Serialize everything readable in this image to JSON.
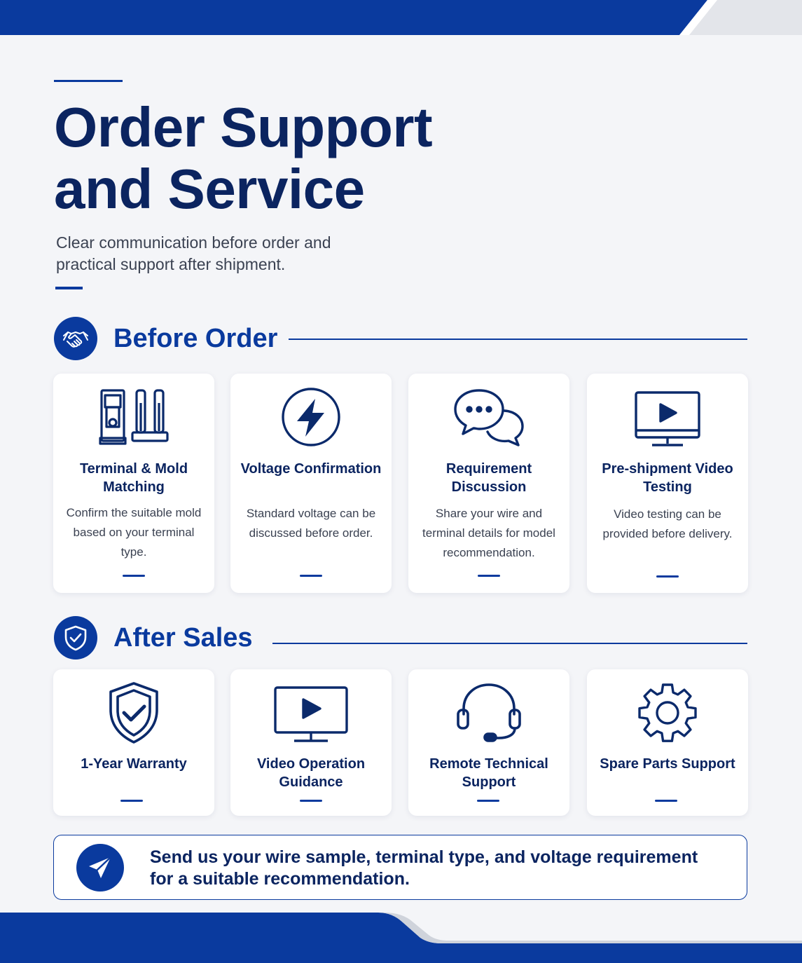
{
  "header": {
    "title": "Order Support and Service",
    "subtitle": "Clear communication before order and practical support after shipment."
  },
  "colors": {
    "primary": "#0a3a9e",
    "dark_navy": "#0b2460",
    "background": "#f4f5f8"
  },
  "before_order": {
    "title": "Before Order",
    "icon": "handshake-icon",
    "cards": [
      {
        "title": "Terminal & Mold Matching",
        "desc": "Confirm the suitable mold based on your terminal type.",
        "icon": "mold-tools-icon"
      },
      {
        "title": "Voltage Confirmation",
        "desc": "Standard voltage can be discussed before order.",
        "icon": "lightning-icon"
      },
      {
        "title": "Requirement Discussion",
        "desc": "Share your wire and terminal details for model recommendation.",
        "icon": "chat-bubbles-icon"
      },
      {
        "title": "Pre-shipment Video Testing",
        "desc": "Video testing can be provided before delivery.",
        "icon": "video-monitor-icon"
      }
    ]
  },
  "after_sales": {
    "title": "After Sales",
    "icon": "shield-check-icon",
    "cards": [
      {
        "title": "1-Year Warranty",
        "icon": "shield-check-icon"
      },
      {
        "title": "Video Operation Guidance",
        "icon": "video-monitor-icon"
      },
      {
        "title": "Remote Technical Support",
        "icon": "headset-icon"
      },
      {
        "title": "Spare Parts Support",
        "icon": "gear-icon"
      }
    ]
  },
  "cta": {
    "text": "Send us your wire sample, terminal type, and voltage requirement for a suitable recommendation.",
    "icon": "paper-plane-icon"
  }
}
